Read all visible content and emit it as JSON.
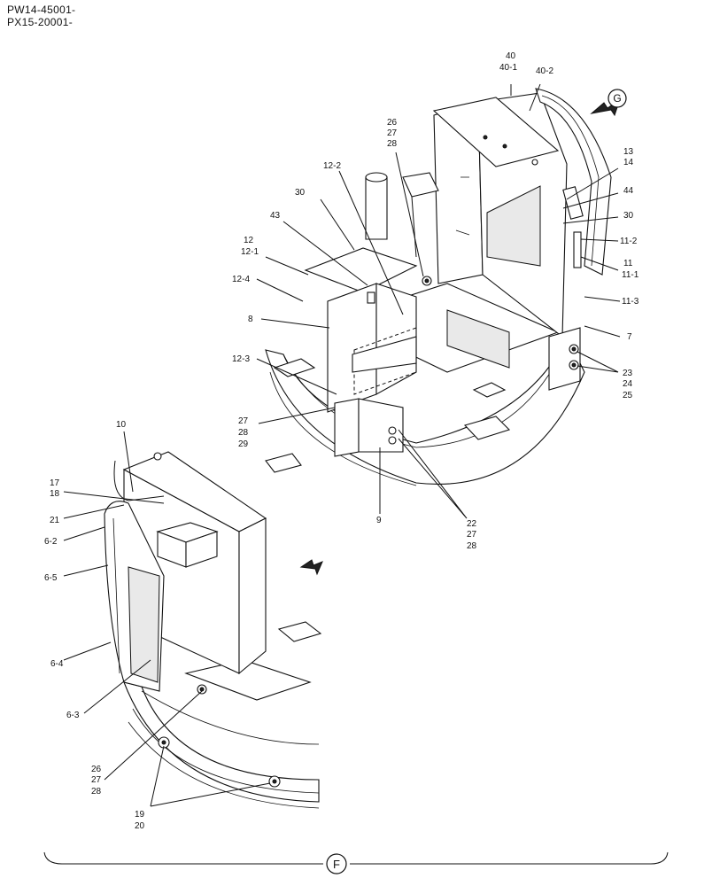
{
  "header": {
    "line1": "PW14-45001-",
    "line2": "PX15-20001-"
  },
  "view_markers": {
    "g": "G",
    "f": "F"
  },
  "callouts": {
    "c40": "40",
    "c40_1": "40-1",
    "c40_2": "40-2",
    "c26a": "26",
    "c27a": "27",
    "c28a": "28",
    "c13": "13",
    "c14": "14",
    "c12_2": "12-2",
    "c44": "44",
    "c30a": "30",
    "c30b": "30",
    "c43": "43",
    "c11_2": "11-2",
    "c12": "12",
    "c12_1": "12-1",
    "c11": "11",
    "c11_1": "11-1",
    "c12_4": "12-4",
    "c11_3": "11-3",
    "c8": "8",
    "c7": "7",
    "c12_3": "12-3",
    "c23": "23",
    "c24": "24",
    "c25": "25",
    "c27b": "27",
    "c28b": "28",
    "c29": "29",
    "c10": "10",
    "c22": "22",
    "c27c": "27",
    "c28c": "28",
    "c9": "9",
    "c17": "17",
    "c18": "18",
    "c21": "21",
    "c6_2": "6-2",
    "c6_5": "6-5",
    "c6_4": "6-4",
    "c6_3": "6-3",
    "c26b": "26",
    "c27d": "27",
    "c28d": "28",
    "c19": "19",
    "c20": "20"
  }
}
